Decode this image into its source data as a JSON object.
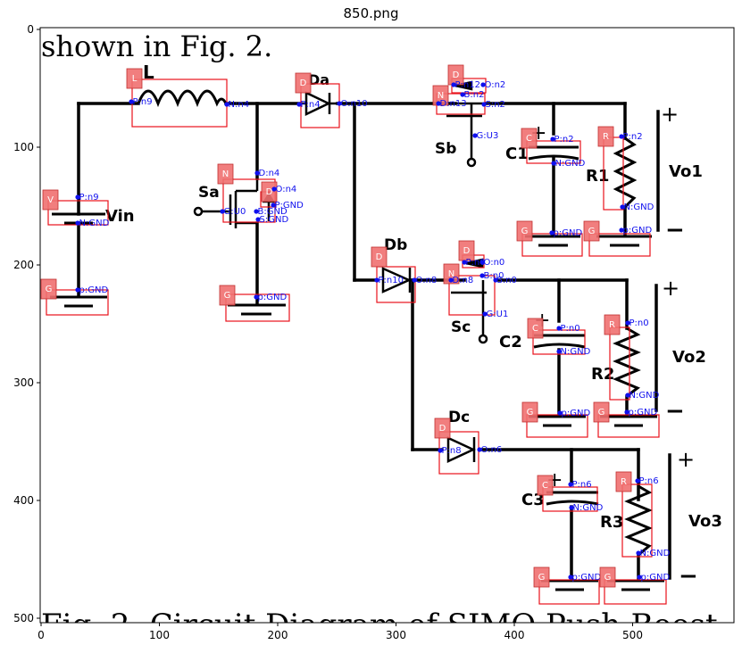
{
  "figure": {
    "title": "850.png",
    "caption_top": "shown in Fig. 2.",
    "caption_bottom": "Fig. 2: Circuit Diagram of SIMO Push-Boost",
    "x_ticks": [
      "0",
      "100",
      "200",
      "300",
      "400",
      "500"
    ],
    "y_ticks": [
      "0",
      "100",
      "200",
      "300",
      "400",
      "500"
    ]
  },
  "schematic_labels": {
    "L": "L",
    "Da": "Da",
    "Sa": "Sa",
    "Sb": "Sb",
    "C1": "C1",
    "R1": "R1",
    "Vo1": "Vo1",
    "Vin": "Vin",
    "Db": "Db",
    "Sc": "Sc",
    "C2": "C2",
    "R2": "R2",
    "Vo2": "Vo2",
    "Dc": "Dc",
    "C3": "C3",
    "R3": "R3",
    "Vo3": "Vo3",
    "plus": "+",
    "minus": "−"
  },
  "components": [
    {
      "tag": "L",
      "pins": [
        "P:n9",
        "N:n4"
      ]
    },
    {
      "tag": "D",
      "pins": [
        "P:n4",
        "O:n10"
      ]
    },
    {
      "tag": "D",
      "pins": [
        "P:n12",
        "O:n2"
      ]
    },
    {
      "tag": "N",
      "pins": [
        "D:n13",
        "B:n2",
        "S:n2",
        "G:U3"
      ]
    },
    {
      "tag": "C",
      "pins": [
        "P:n2",
        "N:GND"
      ]
    },
    {
      "tag": "R",
      "pins": [
        "P:n2",
        "N:GND"
      ]
    },
    {
      "tag": "V",
      "pins": [
        "P:n9",
        "N:GND"
      ]
    },
    {
      "tag": "N",
      "pins": [
        "D:n4",
        "G:U0",
        "B:GND",
        "S:GND"
      ]
    },
    {
      "tag": "D",
      "pins": [
        "O:n4",
        "P:GND"
      ]
    },
    {
      "tag": "G",
      "pins": [
        "p:GND"
      ]
    },
    {
      "tag": "G",
      "pins": [
        "p:GND"
      ]
    },
    {
      "tag": "G",
      "pins": [
        "p:GND"
      ]
    },
    {
      "tag": "G",
      "pins": [
        "p:GND"
      ]
    },
    {
      "tag": "D",
      "pins": [
        "P:n10",
        "O:n8"
      ]
    },
    {
      "tag": "D",
      "pins": [
        "P:n0",
        "O:n0"
      ]
    },
    {
      "tag": "N",
      "pins": [
        "D:n8",
        "B:n0",
        "S:n0",
        "G:U1"
      ]
    },
    {
      "tag": "C",
      "pins": [
        "P:n0",
        "N:GND"
      ]
    },
    {
      "tag": "R",
      "pins": [
        "P:n0",
        "N:GND"
      ]
    },
    {
      "tag": "G",
      "pins": [
        "p:GND"
      ]
    },
    {
      "tag": "G",
      "pins": [
        "p:GND"
      ]
    },
    {
      "tag": "D",
      "pins": [
        "P:n8",
        "O:n6"
      ]
    },
    {
      "tag": "C",
      "pins": [
        "P:n6",
        "N:GND"
      ]
    },
    {
      "tag": "R",
      "pins": [
        "P:n6",
        "N:GND"
      ]
    },
    {
      "tag": "G",
      "pins": [
        "p:GND"
      ]
    },
    {
      "tag": "G",
      "pins": [
        "p:GND"
      ]
    }
  ]
}
